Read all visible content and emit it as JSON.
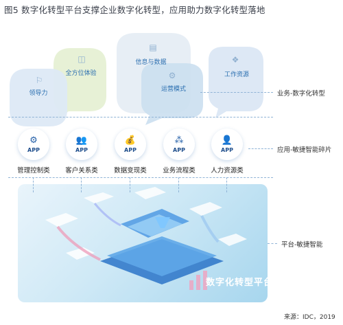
{
  "figure_title": "图5  数字化转型平台支撑企业数字化转型，应用助力数字化转型落地",
  "bubbles": [
    {
      "label": "领导力",
      "icon": "leadership-icon"
    },
    {
      "label": "全方位体验",
      "icon": "experience-icon"
    },
    {
      "label": "信息与数据",
      "icon": "data-icon"
    },
    {
      "label": "运营模式",
      "icon": "operation-icon"
    },
    {
      "label": "工作资源",
      "icon": "resource-icon"
    }
  ],
  "layers": {
    "business": "业务-数字化转型",
    "application": "应用-敏捷智能碎片",
    "platform": "平台-敏捷智能"
  },
  "apps": [
    {
      "badge": "APP",
      "label": "管理控制类",
      "icon": "gear-network-icon"
    },
    {
      "badge": "APP",
      "label": "客户关系类",
      "icon": "people-icon"
    },
    {
      "badge": "APP",
      "label": "数据变现类",
      "icon": "money-icon"
    },
    {
      "badge": "APP",
      "label": "业务流程类",
      "icon": "flow-grid-icon"
    },
    {
      "badge": "APP",
      "label": "人力资源类",
      "icon": "hr-icon"
    }
  ],
  "platform_name": "数字化转型平台",
  "source": "来源：IDC，2019",
  "colors": {
    "accent": "#2b6fb0",
    "bubble_blue": "#d8e6f3",
    "bubble_green": "#e3f0cf",
    "dashed_line": "#8fb3d6"
  }
}
